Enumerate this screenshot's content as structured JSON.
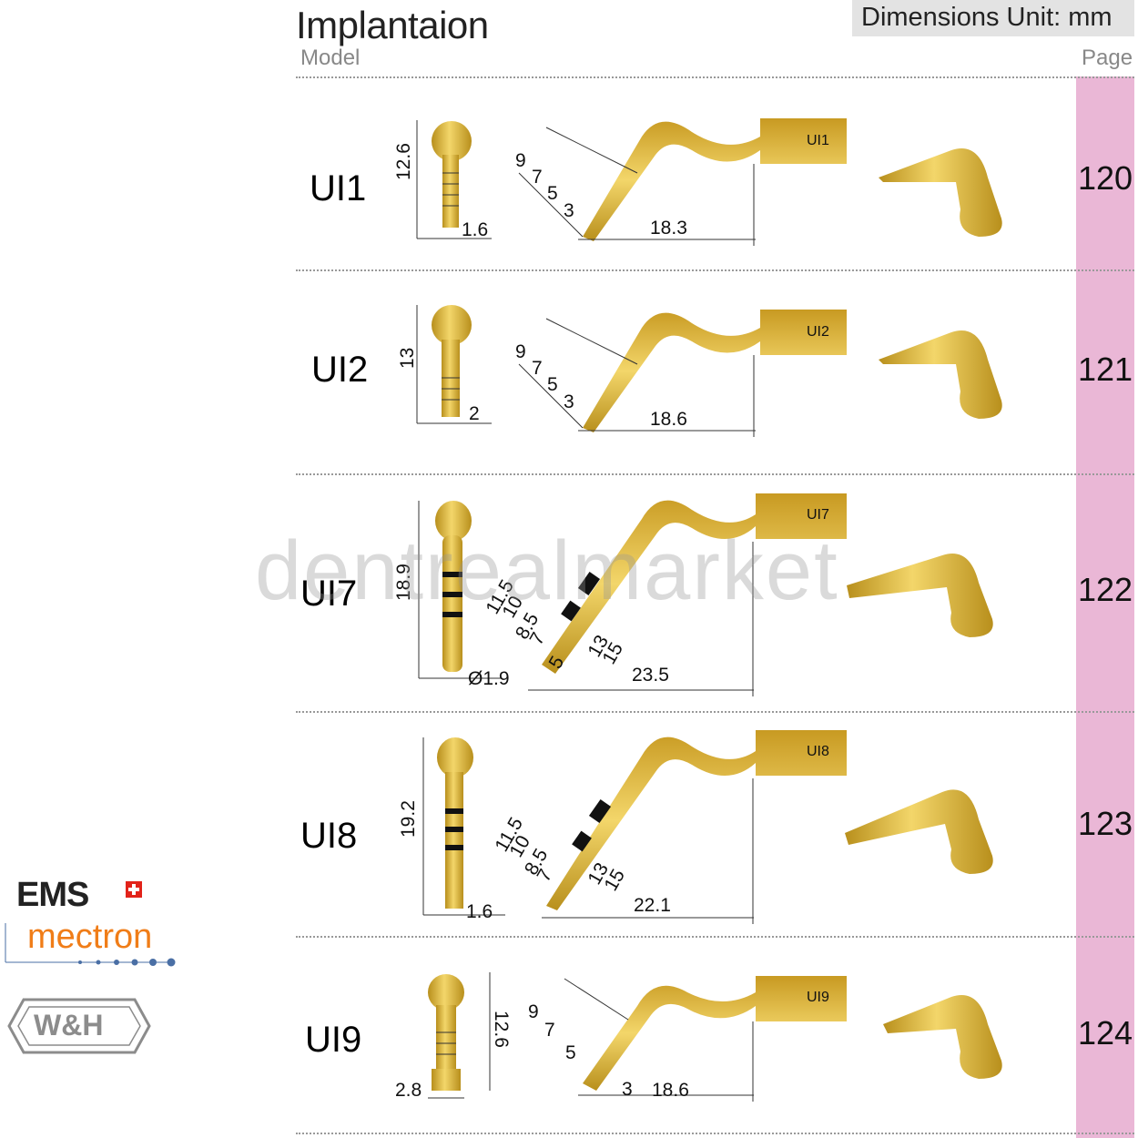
{
  "header": {
    "title": "Implantaion",
    "model_label": "Model",
    "unit_label": "Dimensions Unit: mm",
    "page_label": "Page"
  },
  "watermark": "dentrealmarket",
  "brands": {
    "ems": "EMS",
    "mectron": "mectron",
    "wh": "W&H"
  },
  "colors": {
    "gold": "#d9b13a",
    "gold_dark": "#b88f1c",
    "page_column": "#eab7d6",
    "unit_box": "#e3e3e3",
    "mectron_orange": "#f07d18"
  },
  "rows": [
    {
      "model": "UI1",
      "page": "120",
      "tip_label": "UI1",
      "front_length": "12.6",
      "front_width": "1.6",
      "marks": [
        "9",
        "7",
        "5",
        "3"
      ],
      "length": "18.3"
    },
    {
      "model": "UI2",
      "page": "121",
      "tip_label": "UI2",
      "front_length": "13",
      "front_width": "2",
      "marks": [
        "9",
        "7",
        "5",
        "3"
      ],
      "length": "18.6"
    },
    {
      "model": "UI7",
      "page": "122",
      "tip_label": "UI7",
      "front_length": "18.9",
      "front_width": "Ø1.9",
      "marks": [
        "11.5",
        "10",
        "8.5",
        "7",
        "5",
        "13",
        "15"
      ],
      "length": "23.5"
    },
    {
      "model": "UI8",
      "page": "123",
      "tip_label": "UI8",
      "front_length": "19.2",
      "front_width": "1.6",
      "marks": [
        "11.5",
        "10",
        "8.5",
        "7",
        "13",
        "15"
      ],
      "length": "22.1"
    },
    {
      "model": "UI9",
      "page": "124",
      "tip_label": "UI9",
      "front_length": "12.6",
      "front_width": "2.8",
      "marks": [
        "9",
        "7",
        "5",
        "3"
      ],
      "length": "18.6"
    }
  ]
}
